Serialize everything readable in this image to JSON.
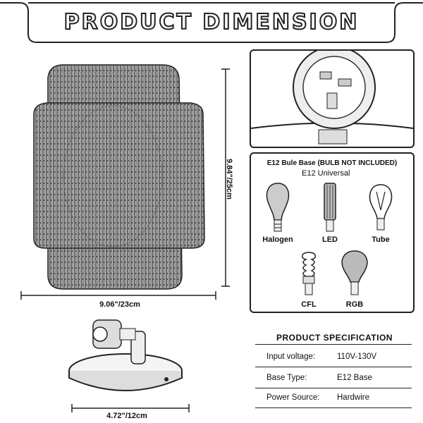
{
  "banner": {
    "title": "PRODUCT DIMENSION"
  },
  "shade": {
    "width_label": "9.06\"/23cm",
    "height_label": "9.84\"/25cm"
  },
  "base": {
    "width_label": "4.72\"/12cm"
  },
  "bulbs": {
    "header": "E12 Bule Base (BULB NOT INCLUDED)",
    "subheader": "E12 Universal",
    "items": [
      {
        "label": "Halogen",
        "icon": "halogen-bulb-icon"
      },
      {
        "label": "LED",
        "icon": "led-corn-bulb-icon"
      },
      {
        "label": "Tube",
        "icon": "tube-bulb-icon"
      },
      {
        "label": "CFL",
        "icon": "cfl-bulb-icon"
      },
      {
        "label": "RGB",
        "icon": "rgb-bulb-icon"
      }
    ]
  },
  "spec": {
    "title": "PRODUCT SPECIFICATION",
    "rows": [
      {
        "key": "Input voltage:",
        "value": "110V-130V"
      },
      {
        "key": "Base Type:",
        "value": "E12 Base"
      },
      {
        "key": "Power Source:",
        "value": "Hardwire"
      }
    ]
  }
}
